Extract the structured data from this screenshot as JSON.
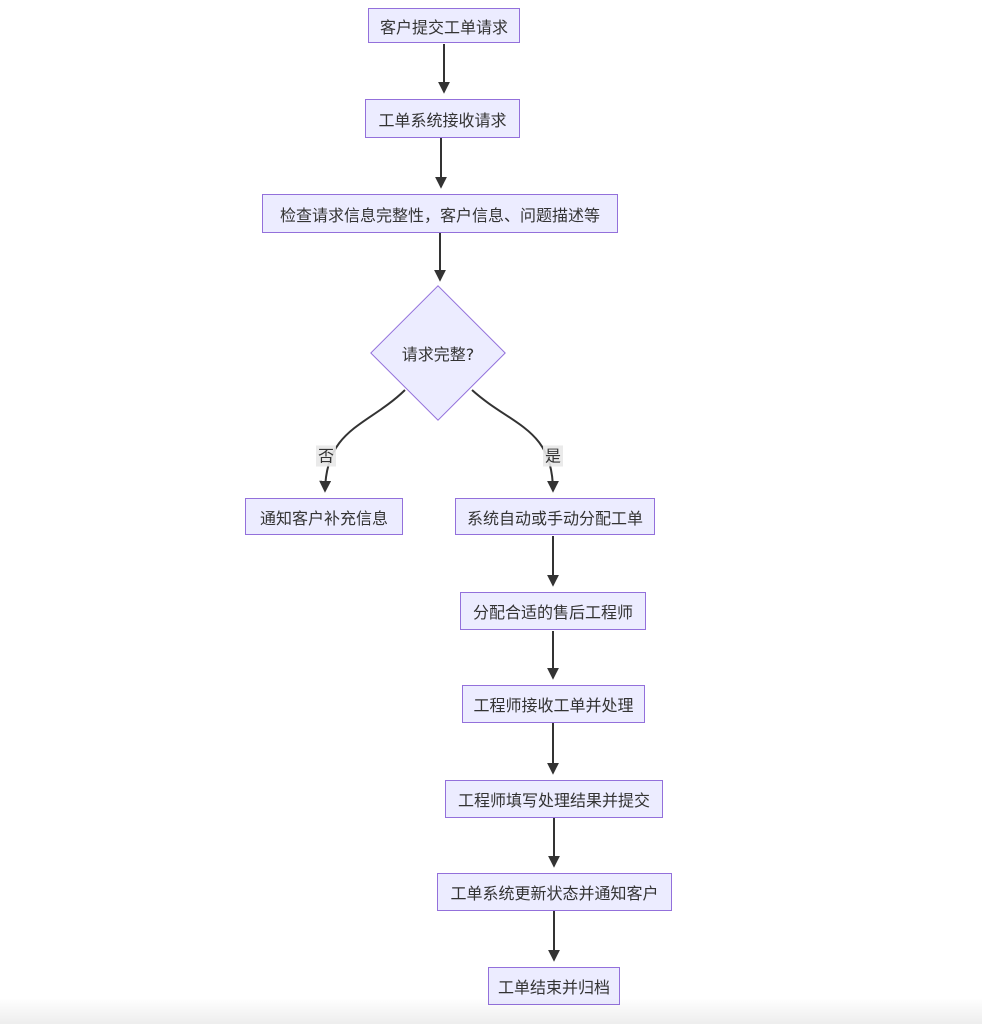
{
  "diagram": {
    "type": "flowchart",
    "direction": "top-down",
    "nodes": [
      {
        "id": "A",
        "shape": "rect",
        "label": "客户提交工单请求"
      },
      {
        "id": "B",
        "shape": "rect",
        "label": "工单系统接收请求"
      },
      {
        "id": "C",
        "shape": "rect",
        "label": "检查请求信息完整性，客户信息、问题描述等"
      },
      {
        "id": "D",
        "shape": "diamond",
        "label": "请求完整?"
      },
      {
        "id": "E",
        "shape": "rect",
        "label": "通知客户补充信息"
      },
      {
        "id": "F",
        "shape": "rect",
        "label": "系统自动或手动分配工单"
      },
      {
        "id": "G",
        "shape": "rect",
        "label": "分配合适的售后工程师"
      },
      {
        "id": "H",
        "shape": "rect",
        "label": "工程师接收工单并处理"
      },
      {
        "id": "I",
        "shape": "rect",
        "label": "工程师填写处理结果并提交"
      },
      {
        "id": "J",
        "shape": "rect",
        "label": "工单系统更新状态并通知客户"
      },
      {
        "id": "K",
        "shape": "rect",
        "label": "工单结束并归档"
      }
    ],
    "edges": [
      {
        "from": "A",
        "to": "B",
        "label": ""
      },
      {
        "from": "B",
        "to": "C",
        "label": ""
      },
      {
        "from": "C",
        "to": "D",
        "label": ""
      },
      {
        "from": "D",
        "to": "E",
        "label": "否"
      },
      {
        "from": "D",
        "to": "F",
        "label": "是"
      },
      {
        "from": "F",
        "to": "G",
        "label": ""
      },
      {
        "from": "G",
        "to": "H",
        "label": ""
      },
      {
        "from": "H",
        "to": "I",
        "label": ""
      },
      {
        "from": "I",
        "to": "J",
        "label": ""
      },
      {
        "from": "J",
        "to": "K",
        "label": ""
      }
    ],
    "colors": {
      "node_fill": "#ECECFF",
      "node_border": "#9370DB",
      "text": "#333333",
      "edge": "#333333",
      "edge_label_bg": "#e8e8e8"
    }
  }
}
